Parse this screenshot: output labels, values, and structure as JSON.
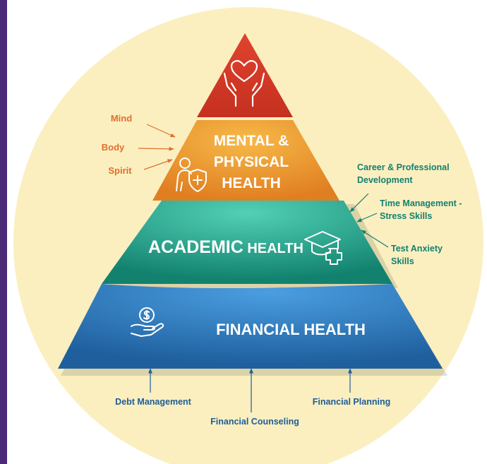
{
  "pyramid": {
    "top": {
      "label": "",
      "icon": "heart-in-hands-icon"
    },
    "mental": {
      "line1": "MENTAL &",
      "line2": "PHYSICAL",
      "line3": "HEALTH",
      "icon": "person-shield-icon"
    },
    "academic": {
      "label_main": "ACADEMIC",
      "label_rest": " HEALTH",
      "icon": "graduation-cap-plus-icon"
    },
    "financial": {
      "label": "FINANCIAL HEALTH",
      "icon": "money-hand-icon"
    }
  },
  "left_labels": {
    "mind": "Mind",
    "body": "Body",
    "spirit": "Spirit"
  },
  "right_labels": {
    "career_line1": "Career & Professional",
    "career_line2": "Development",
    "time_line1": "Time Management -",
    "time_line2": "Stress Skills",
    "test_line1": "Test Anxiety",
    "test_line2": "Skills"
  },
  "bottom_labels": {
    "debt": "Debt Management",
    "counseling": "Financial Counseling",
    "planning": "Financial Planning"
  },
  "colors": {
    "background_circle": "#fbefc0",
    "top_tier": "#d73a2a",
    "mental_tier": "#eb9530",
    "academic_tier": "#1f9c88",
    "financial_tier": "#2d76b8",
    "orange_text": "#e06f2c",
    "teal_text": "#12806f",
    "blue_text": "#1d5d96"
  }
}
